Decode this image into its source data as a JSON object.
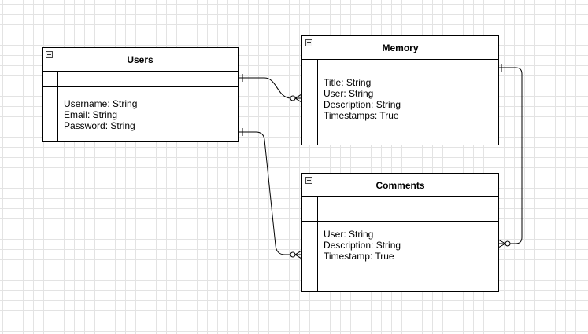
{
  "entities": {
    "users": {
      "title": "Users",
      "fields": [
        "Username: String",
        "Email: String",
        "Password: String"
      ]
    },
    "memory": {
      "title": "Memory",
      "fields": [
        "Title: String",
        "User: String",
        "Description: String",
        "Timestamps: True"
      ]
    },
    "comments": {
      "title": "Comments",
      "fields": [
        "User: String",
        "Description: String",
        "Timestamp: True"
      ]
    }
  },
  "relationships": [
    {
      "from": "Users",
      "to": "Memory",
      "from_cardinality": "one",
      "to_cardinality": "zero-or-many"
    },
    {
      "from": "Users",
      "to": "Comments",
      "from_cardinality": "one",
      "to_cardinality": "zero-or-many"
    },
    {
      "from": "Memory",
      "to": "Comments",
      "from_cardinality": "one",
      "to_cardinality": "zero-or-many"
    }
  ]
}
